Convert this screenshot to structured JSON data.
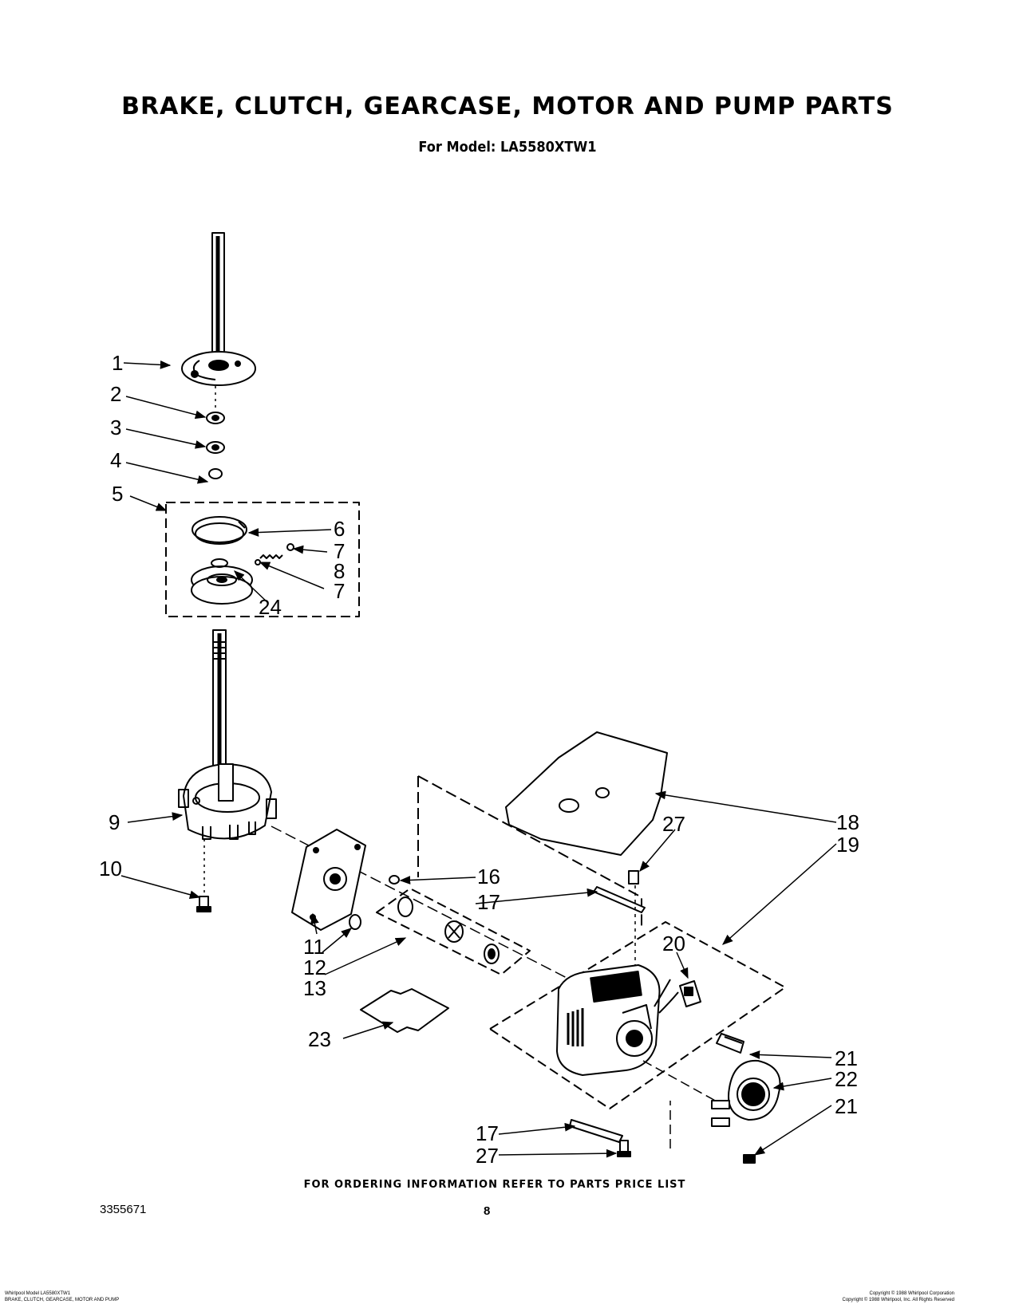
{
  "header": {
    "title": "BRAKE, CLUTCH, GEARCASE, MOTOR AND PUMP PARTS",
    "subtitle": "For Model: LA5580XTW1"
  },
  "callouts": {
    "c1": "1",
    "c2": "2",
    "c3": "3",
    "c4": "4",
    "c5": "5",
    "c6": "6",
    "c7a": "7",
    "c8": "8",
    "c7b": "7",
    "c24": "24",
    "c9": "9",
    "c10": "10",
    "c11": "11",
    "c12": "12",
    "c13": "13",
    "c16": "16",
    "c17a": "17",
    "c18": "18",
    "c19": "19",
    "c27a": "27",
    "c20": "20",
    "c21a": "21",
    "c22": "22",
    "c21b": "21",
    "c23": "23",
    "c17b": "17",
    "c27b": "27"
  },
  "footer": {
    "order_note": "FOR ORDERING INFORMATION REFER TO PARTS PRICE LIST",
    "doc_number": "3355671",
    "page_number": "8",
    "left_line1": "Whirlpool Model LA5580XTW1",
    "left_line2": "BRAKE, CLUTCH, GEARCASE, MOTOR AND PUMP",
    "right_line1": "Copyright © 1988 Whirlpool Corporation",
    "right_line2": "Copyright © 1988 Whirlpool, Inc. All Rights Reserved"
  }
}
